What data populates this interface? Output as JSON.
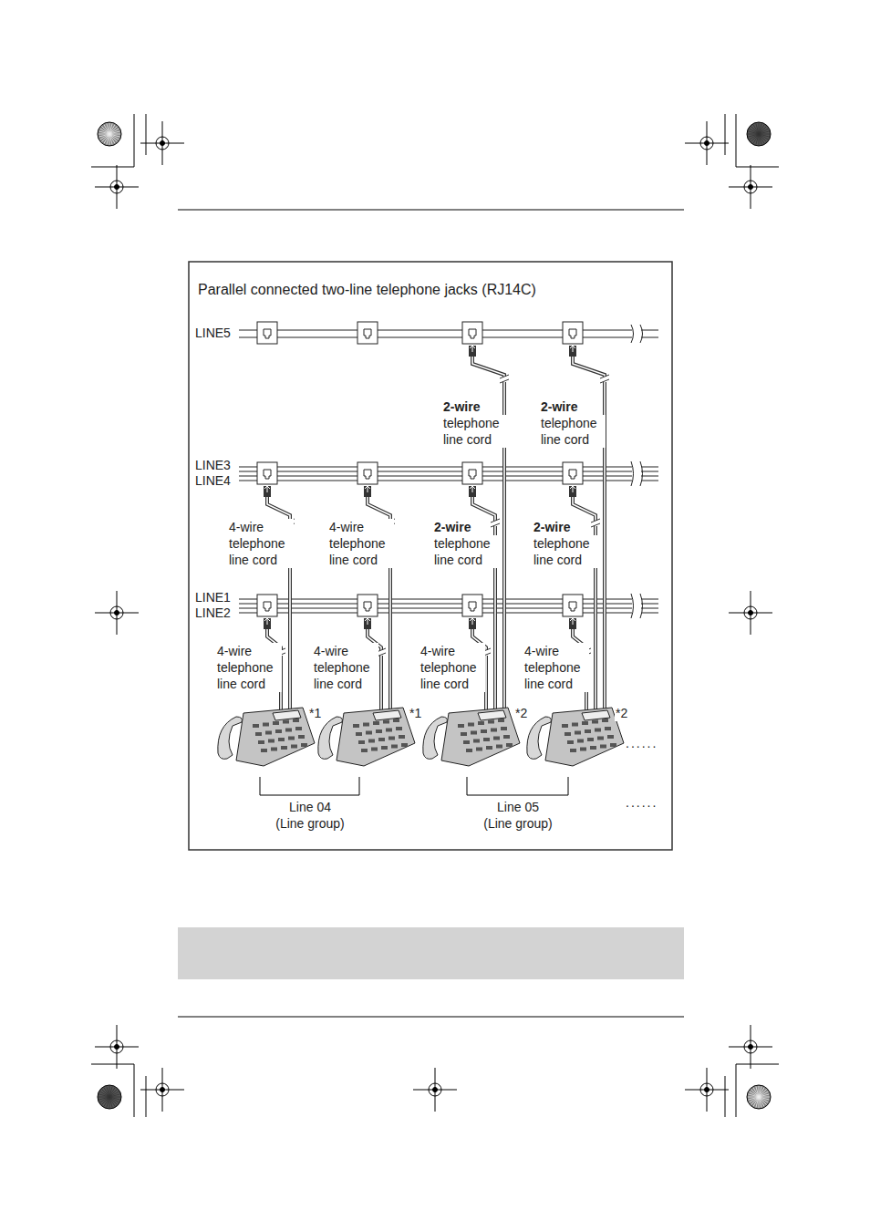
{
  "diagram": {
    "title": "Parallel connected two-line telephone jacks (RJ14C)",
    "labels": [
      "LINE5",
      "2-wire",
      "telephone line cord",
      "2-wire",
      "telephone line cord",
      "LINE3",
      "LINE4",
      "4-wire telephone line cord",
      "4-wire telephone line cord",
      "2-wire",
      "telephone line cord",
      "2-wire",
      "telephone line cord",
      "LINE1",
      "LINE2",
      "4-wire telephone line cord",
      "4-wire telephone line cord",
      "4-wire telephone line cord",
      "4-wire telephone line cord",
      "*1",
      "*1",
      "*2",
      "*2",
      "......",
      "......",
      "Line 04",
      "(Line group)",
      "Line 05",
      "(Line group)"
    ]
  }
}
